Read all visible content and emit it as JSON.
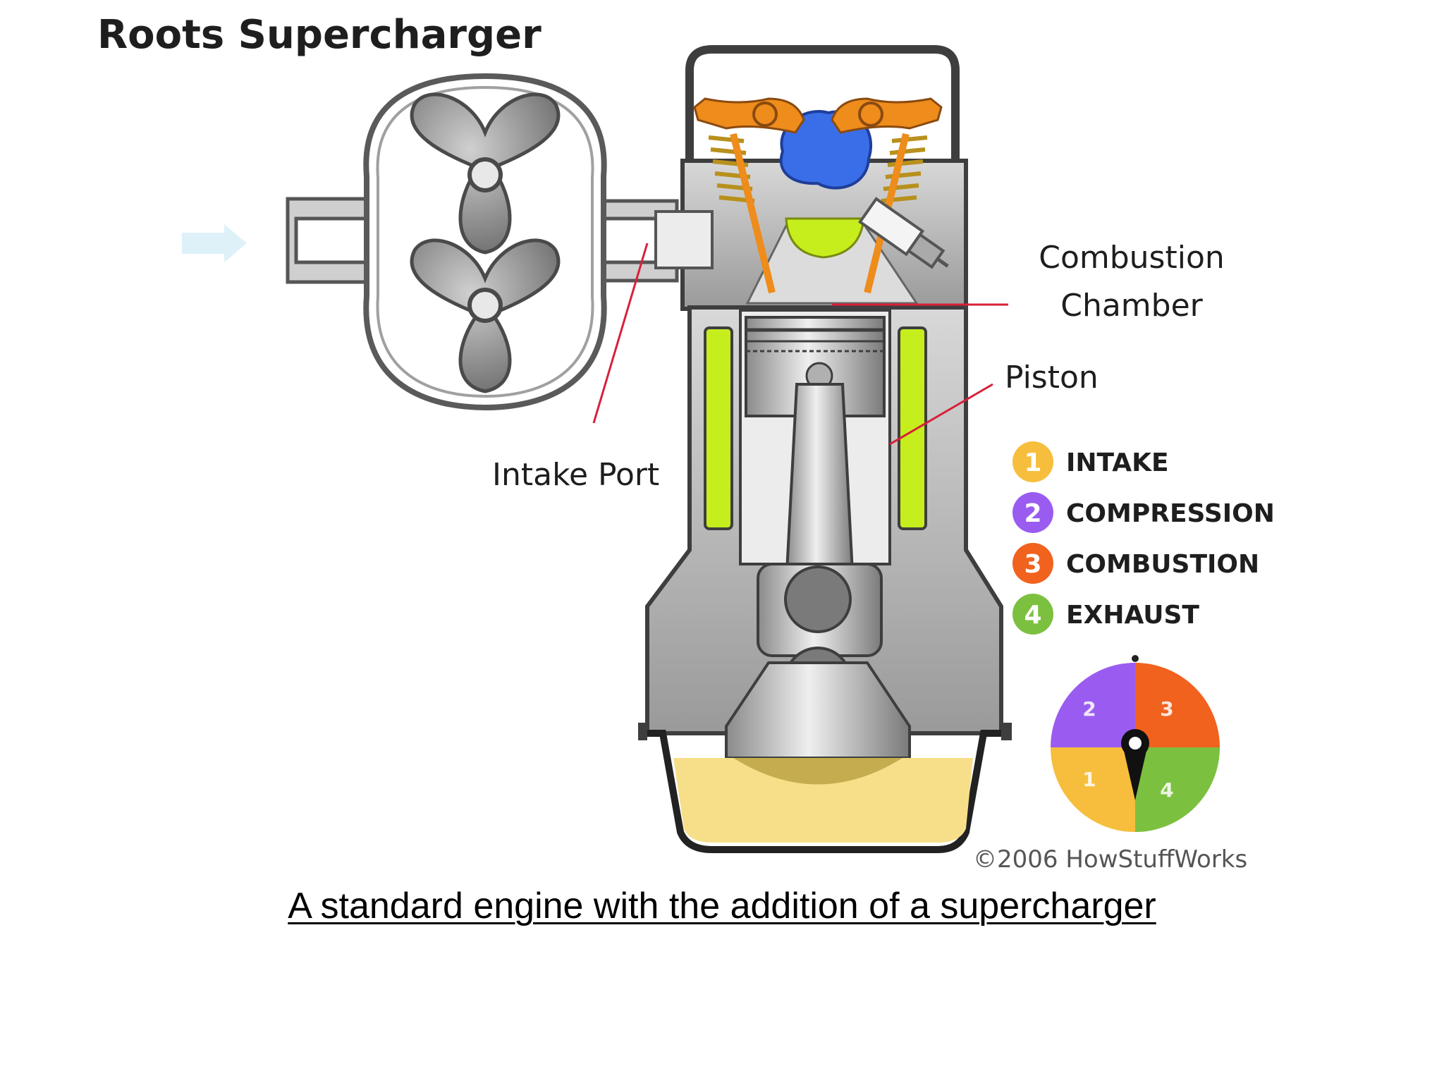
{
  "title": "Roots Supercharger",
  "labels": {
    "combustion_line1": "Combustion",
    "combustion_line2": "Chamber",
    "piston": "Piston",
    "intake_port": "Intake Port"
  },
  "legend": [
    {
      "number": "1",
      "label": "INTAKE",
      "color": "#f6be3c"
    },
    {
      "number": "2",
      "label": "COMPRESSION",
      "color": "#9a5cf0"
    },
    {
      "number": "3",
      "label": "COMBUSTION",
      "color": "#f0621e"
    },
    {
      "number": "4",
      "label": "EXHAUST",
      "color": "#7cc040"
    }
  ],
  "dial": {
    "segments": [
      {
        "number": "2",
        "color": "#9a5cf0"
      },
      {
        "number": "3",
        "color": "#f0621e"
      },
      {
        "number": "4",
        "color": "#7cc040"
      },
      {
        "number": "1",
        "color": "#f6be3c"
      }
    ]
  },
  "copyright": "©2006 HowStuffWorks",
  "caption": "A standard engine with the addition of a supercharger",
  "colors": {
    "leader_line": "#d8203a",
    "coolant": "#c6ee1c",
    "oil": "#f7df8a",
    "metal": "#b8b8b8",
    "valve_arm": "#ee8c1c",
    "fuel_blob": "#3a6ee8"
  }
}
